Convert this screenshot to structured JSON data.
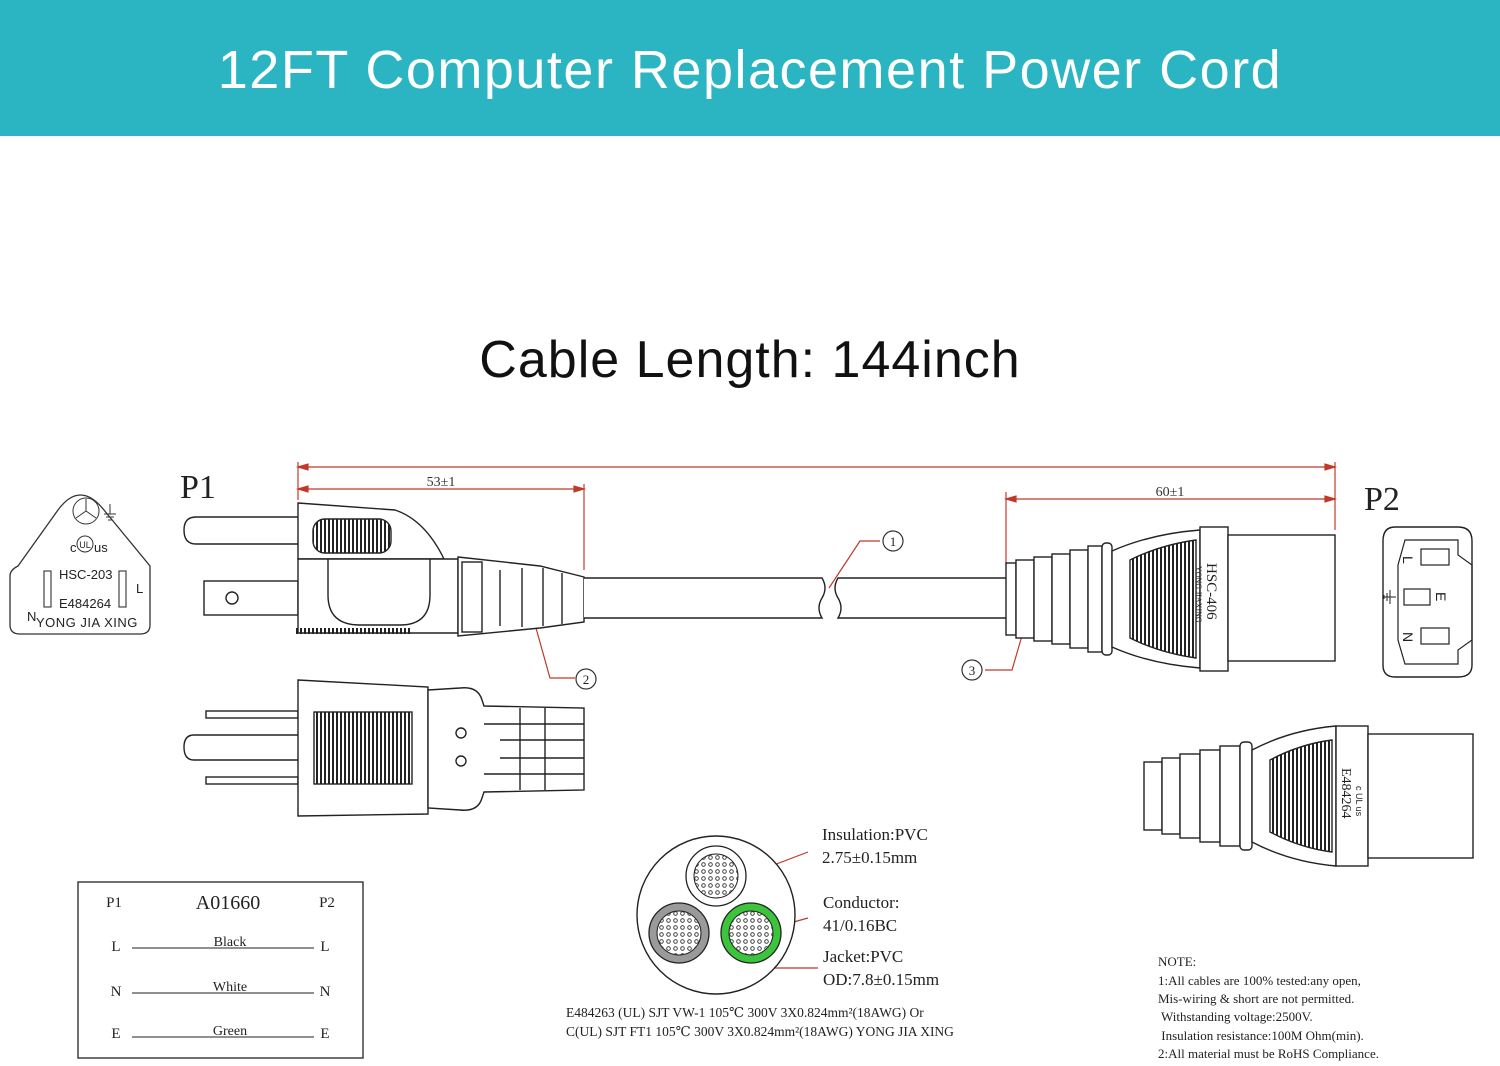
{
  "header": {
    "title": "12FT Computer Replacement Power Cord"
  },
  "cable_length": "Cable Length: 144inch",
  "colors": {
    "banner": "#2bb5c3",
    "dimension_line": "#c0392b",
    "ground_wire": "#3cc43c",
    "neutral_wire": "#9a9a9a"
  },
  "labels": {
    "p1": "P1",
    "p2": "P2",
    "callout_1": "①",
    "callout_2": "②",
    "callout_3": "③"
  },
  "dimensions": {
    "p1_length": "53±1",
    "p2_length": "60±1"
  },
  "plug_face": {
    "cert": "c",
    "cert_ul": "UL",
    "cert_us": "us",
    "model": "HSC-203",
    "file_no": "E484264",
    "maker": "YONG JIA XING",
    "pin_l": "L",
    "pin_n": "N"
  },
  "p2_connector": {
    "model": "HSC-406",
    "maker": "YONG JIAXING",
    "file_no": "E484264",
    "cert": "c UL us"
  },
  "p2_face": {
    "pin_l": "L",
    "pin_e": "E",
    "pin_n": "N"
  },
  "wiring_table": {
    "left_header": "P1",
    "part_no": "A01660",
    "right_header": "P2",
    "rows": [
      {
        "left": "L",
        "color": "Black",
        "right": "L"
      },
      {
        "left": "N",
        "color": "White",
        "right": "N"
      },
      {
        "left": "E",
        "color": "Green",
        "right": "E"
      }
    ]
  },
  "cross_section": {
    "insulation_label": "Insulation:PVC",
    "insulation_value": "2.75±0.15mm",
    "conductor_label": "Conductor:",
    "conductor_value": "41/0.16BC",
    "jacket_label": "Jacket:PVC",
    "jacket_value": "OD:7.8±0.15mm",
    "spec_line_1": "E484263 (UL) SJT VW-1 105℃ 300V 3X0.824mm²(18AWG) Or",
    "spec_line_2": "C(UL) SJT FT1 105℃ 300V 3X0.824mm²(18AWG) YONG JIA XING"
  },
  "notes": {
    "title": "NOTE:",
    "lines": [
      "1:All cables are 100% tested:any open,",
      "Mis-wiring & short are not permitted.",
      " Withstanding voltage:2500V.",
      " Insulation resistance:100M Ohm(min).",
      "2:All material must be RoHS Compliance."
    ]
  }
}
